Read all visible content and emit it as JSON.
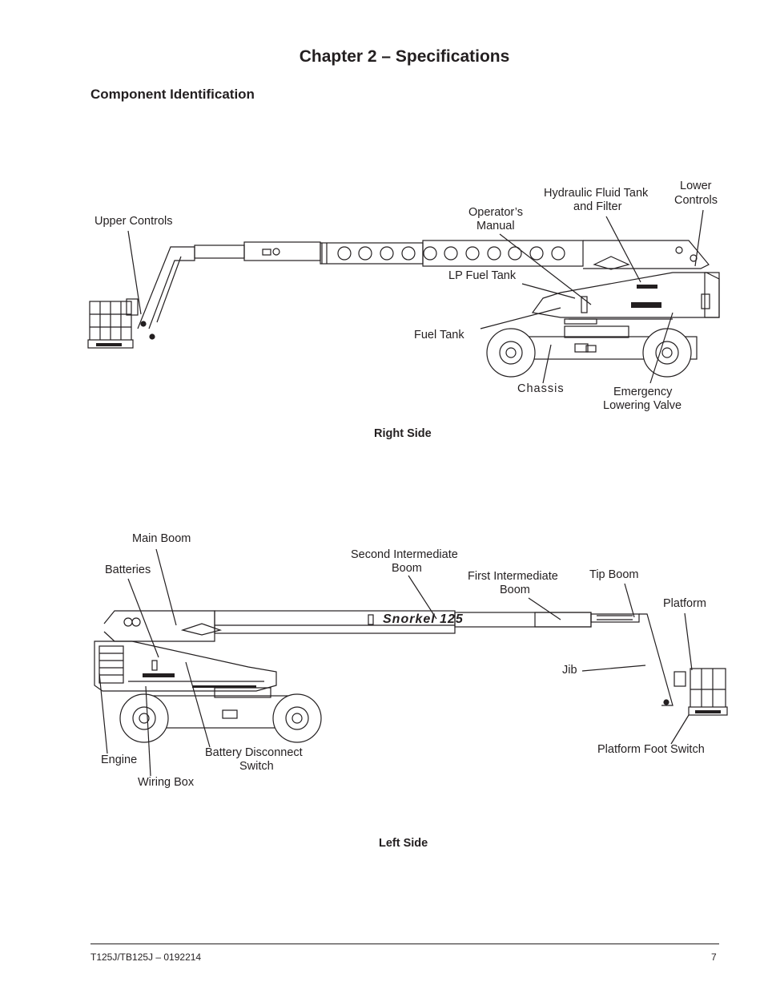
{
  "header": {
    "chapter_title": "Chapter 2 – Specifications",
    "section_title": "Component Identification"
  },
  "right_side": {
    "caption": "Right Side",
    "callouts": {
      "upper_controls": "Upper Controls",
      "operators_manual_1": "Operator’s",
      "operators_manual_2": "Manual",
      "hydraulic_tank_1": "Hydraulic Fluid Tank",
      "hydraulic_tank_2": "and Filter",
      "lower_controls_1": "Lower",
      "lower_controls_2": "Controls",
      "lp_fuel_tank": "LP Fuel Tank",
      "fuel_tank": "Fuel Tank",
      "chassis": "Chassis",
      "emergency_valve_1": "Emergency",
      "emergency_valve_2": "Lowering Valve"
    }
  },
  "left_side": {
    "caption": "Left Side",
    "callouts": {
      "main_boom": "Main Boom",
      "batteries": "Batteries",
      "second_boom_1": "Second Intermediate",
      "second_boom_2": "Boom",
      "first_boom_1": "First Intermediate",
      "first_boom_2": "Boom",
      "tip_boom": "Tip Boom",
      "platform": "Platform",
      "jib": "Jib",
      "engine": "Engine",
      "battery_switch_1": "Battery Disconnect",
      "battery_switch_2": "Switch",
      "wiring_box": "Wiring Box",
      "platform_foot_switch": "Platform Foot Switch"
    },
    "boom_decal": "Snorkel 125"
  },
  "footer": {
    "doc_id": "T125J/TB125J – 0192214",
    "page_number": "7"
  }
}
